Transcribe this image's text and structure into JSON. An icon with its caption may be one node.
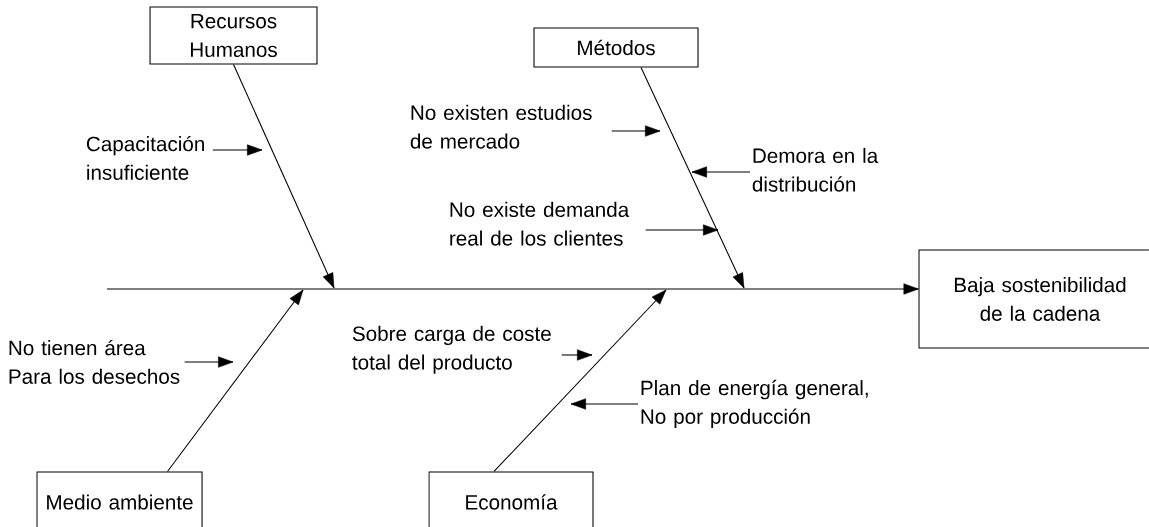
{
  "diagram": {
    "nodes": [
      {
        "text": [
          "Recursos Humanos"
        ]
      },
      {
        "text": [
          "Métodos"
        ]
      },
      {
        "text": [
          "Capacitación insuficiente"
        ]
      },
      {
        "text": [
          "No existen estudios de mercado"
        ]
      },
      {
        "text": [
          "Demora en la distribución"
        ]
      },
      {
        "text": [
          "No existe demanda real de los clientes"
        ]
      },
      {
        "text": [
          "Baja sostenibilidad de la cadena"
        ]
      },
      {
        "text": [
          "No tienen área Para los desechos"
        ]
      },
      {
        "text": [
          "Sobre carga de coste total del producto"
        ]
      },
      {
        "text": [
          "Plan de energía general, No por producción"
        ]
      },
      {
        "text": [
          "Medio ambiente"
        ]
      },
      {
        "text": [
          "Economía"
        ]
      }
    ],
    "edges": [
      {
        "from": null,
        "to": 6,
        "arrow": "to"
      },
      {
        "from": 0,
        "to": null,
        "arrow": "to"
      },
      {
        "from": 1,
        "to": null,
        "arrow": "to"
      },
      {
        "from": 10,
        "to": null,
        "arrow": "to"
      },
      {
        "from": 11,
        "to": null,
        "arrow": "to"
      },
      {
        "from": 2,
        "to": null,
        "arrow": "to"
      },
      {
        "from": 3,
        "to": null,
        "arrow": "to"
      },
      {
        "from": 4,
        "to": null,
        "arrow": "to"
      },
      {
        "from": 5,
        "to": null,
        "arrow": "to"
      },
      {
        "from": 7,
        "to": null,
        "arrow": "to"
      },
      {
        "from": 8,
        "to": null,
        "arrow": "to"
      },
      {
        "from": 9,
        "to": null,
        "arrow": "to"
      }
    ]
  }
}
